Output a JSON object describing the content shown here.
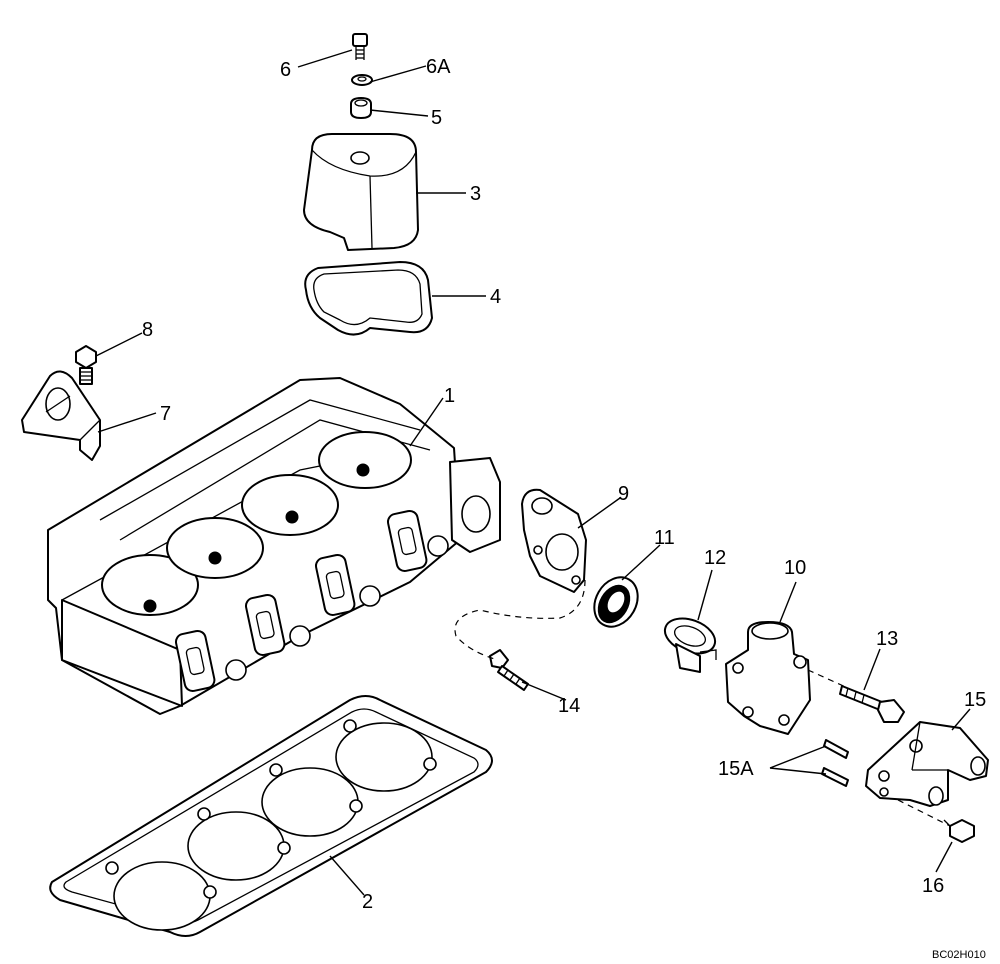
{
  "diagram": {
    "callouts": {
      "c1": "1",
      "c2": "2",
      "c3": "3",
      "c4": "4",
      "c5": "5",
      "c6": "6",
      "c6a": "6A",
      "c7": "7",
      "c8": "8",
      "c9": "9",
      "c10": "10",
      "c11": "11",
      "c12": "12",
      "c13": "13",
      "c14": "14",
      "c15": "15",
      "c15a": "15A",
      "c16": "16"
    },
    "drawing_code": "BC02H010"
  }
}
